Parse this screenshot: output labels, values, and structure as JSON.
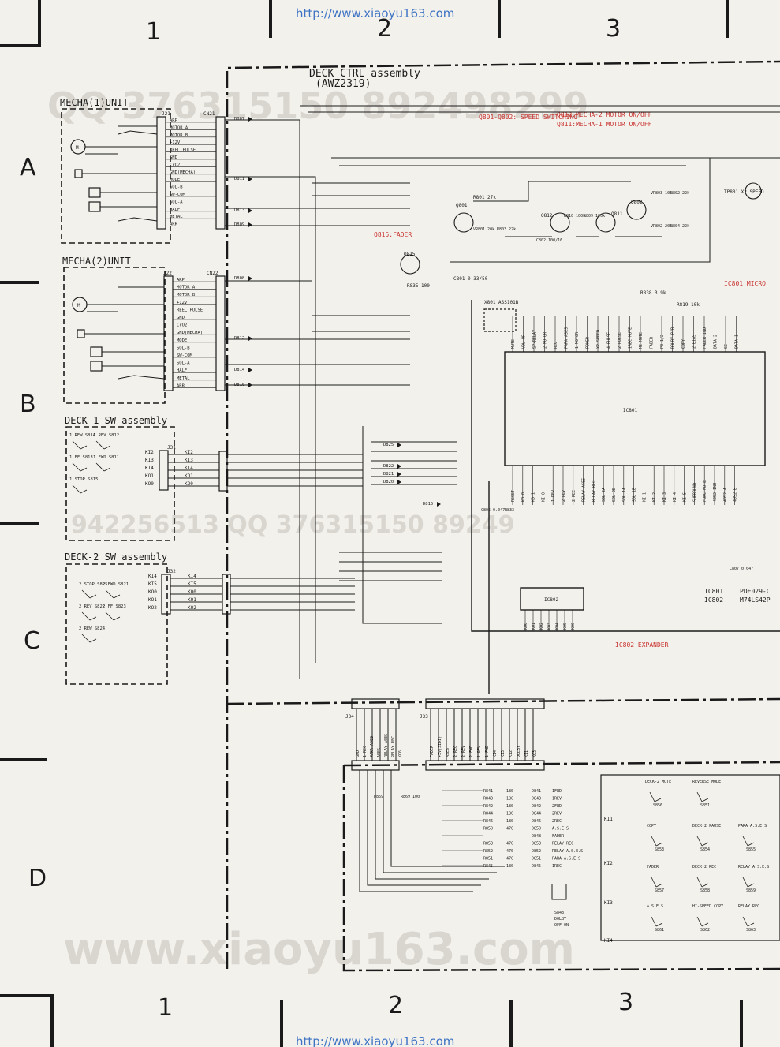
{
  "watermark_url_top": "http://www.xiaoyu163.com",
  "watermark_url_bottom": "http://www.xiaoyu163.com",
  "watermark_big": "www.xiaoyu163.com",
  "watermark_phone_top": "QQ 376315150 892498299",
  "watermark_phone_mid": "942256513  QQ 376315150  89249",
  "columns": [
    "1",
    "2",
    "3"
  ],
  "rows": [
    "A",
    "B",
    "C",
    "D"
  ],
  "deck_ctrl": {
    "title": "DECK CTRL assembly",
    "part": "(AWZ2319)"
  },
  "mecha1": {
    "title": "MECHA(1)UNIT",
    "j": "J21",
    "cn": "CN21",
    "pins": [
      "ARP",
      "MOTOR A",
      "MOTOR B",
      "+12V",
      "REEL PULSE",
      "GND",
      "CrO2",
      "GND(MECHA)",
      "MODE",
      "SOL-B",
      "SW-COM",
      "SOL-A",
      "HALF",
      "METAL",
      "ARR"
    ]
  },
  "mecha2": {
    "title": "MECHA(2)UNIT",
    "j": "J22",
    "cn": "CN22",
    "pins": [
      "ARP",
      "MOTOR A",
      "MOTOR B",
      "+12V",
      "REEL PULSE",
      "GND",
      "CrO2",
      "GND(MECHA)",
      "MODE",
      "SOL-B",
      "SW-COM",
      "SOL-A",
      "HALF",
      "METAL",
      "ARR"
    ]
  },
  "deck1_sw": {
    "title": "DECK-1 SW assembly",
    "j": "J31",
    "pins": [
      "KI2",
      "KI3",
      "KI4",
      "KO1",
      "KO0"
    ],
    "switches": [
      "1 REW S814",
      "1 REV S812",
      "1 FF S813",
      "1 FWD S811",
      "1 STOP S815"
    ]
  },
  "deck2_sw": {
    "title": "DECK-2 SW assembly",
    "j": "J32",
    "pins": [
      "KI4",
      "KI5",
      "KO0",
      "KO1",
      "KO2"
    ],
    "switches": [
      "2 STOP S825",
      "2 FWD S821",
      "2 REV S822",
      "2 FF S823",
      "2 REW S824"
    ]
  },
  "notes": {
    "q801": "Q801-Q802: SPEED SWITCHING",
    "q812": "Q812:MECHA-2 MOTOR ON/OFF",
    "q811": "Q811:MECHA-1 MOTOR ON/OFF",
    "q815": "Q815:FADER",
    "ic801": "IC801:MICRO",
    "ic802": "IC802:EXPANDER",
    "tp801": "TP801 X2 SPEED"
  },
  "ic_list": [
    {
      "ref": "IC801",
      "part": "PDE029-C"
    },
    {
      "ref": "IC802",
      "part": "M74LS42P"
    }
  ],
  "diodes": [
    "D807",
    "D811",
    "D813",
    "D809",
    "D808",
    "D812",
    "D814",
    "D810",
    "D825",
    "D822",
    "D821",
    "D820",
    "D815"
  ],
  "ic801_top_pins": [
    "MUTE",
    "VOL UP",
    "SP-RELAY",
    "2 MOTOR",
    "REC",
    "PARA ASES",
    "1 MOTOR",
    "POWER",
    "X2 SPEED",
    "4 PULSE",
    "2 PULSE",
    "1REC MUTE",
    "M2 MUTE",
    "FADER",
    "PB 1/2",
    "DOLBY P/R",
    "COPY",
    "2 BIAS",
    "FADER IND",
    "DATA 2",
    "SC",
    "DATA 1"
  ],
  "ic801_bot_pins": [
    "RESET",
    "KO 0",
    "KO 1",
    "KI 0",
    "1 REV",
    "2 REV",
    "2 REC",
    "RELAY ASES",
    "RELAY REC",
    "SOL 2A",
    "SOL 2B",
    "SOL 1A",
    "SOL 1B",
    "KI 1",
    "KI 2",
    "KI 3",
    "KI 4",
    "KI 5",
    "SURROUND",
    "FUNC MUTE",
    "4052 INH",
    "4052 A",
    "4052 B"
  ],
  "ic802_pins": [
    "KO0",
    "KO1",
    "KO2",
    "KO3",
    "KO4",
    "KO5",
    "KO6"
  ],
  "j34_pins": [
    "GND",
    "1 REC",
    "PARA ASES",
    "ASES",
    "RELAY ASES",
    "RELAY REC",
    "KO6"
  ],
  "j33_pins": [
    "FADER",
    "+5V(SIDI)",
    "ASES",
    "2 REC",
    "2 REV",
    "2 FWD",
    "1 REV",
    "1 FWD",
    "KI4",
    "KI3",
    "KI2",
    "DOLBY",
    "KI1",
    "KO3"
  ],
  "led_rows": [
    {
      "r": "R841",
      "v": "180",
      "d": "D841",
      "label": "1FWD"
    },
    {
      "r": "R843",
      "v": "180",
      "d": "D843",
      "label": "1REV"
    },
    {
      "r": "R842",
      "v": "180",
      "d": "D842",
      "label": "2FWD"
    },
    {
      "r": "R844",
      "v": "180",
      "d": "D844",
      "label": "2REV"
    },
    {
      "r": "R846",
      "v": "180",
      "d": "D846",
      "label": "2REC"
    },
    {
      "r": "R850",
      "v": "470",
      "d": "D850",
      "label": "A.S.E.S"
    },
    {
      "r": "",
      "v": "",
      "d": "D848",
      "label": "FADER"
    },
    {
      "r": "R853",
      "v": "470",
      "d": "D853",
      "label": "RELAY REC"
    },
    {
      "r": "R852",
      "v": "470",
      "d": "D852",
      "label": "RELAY A.S.E.S"
    },
    {
      "r": "R851",
      "v": "470",
      "d": "D851",
      "label": "PARA A.S.E.S"
    },
    {
      "r": "R845",
      "v": "180",
      "d": "D845",
      "label": "1REC"
    }
  ],
  "keys": [
    {
      "label": "DECK-2 MUTE",
      "s": "S856"
    },
    {
      "label": "REVERSE MODE",
      "s": "S851"
    },
    {
      "label": "COPY",
      "s": "S853"
    },
    {
      "label": "DECK-2 PAUSE",
      "s": "S854"
    },
    {
      "label": "PARA A.S.E.S",
      "s": "S855"
    },
    {
      "label": "FADER",
      "s": "S857"
    },
    {
      "label": "DECK-2 REC",
      "s": "S858"
    },
    {
      "label": "RELAY A.S.E.S",
      "s": "S859"
    },
    {
      "label": "A.S.E.S",
      "s": "S861"
    },
    {
      "label": "HI-SPEED COPY",
      "s": "S862"
    },
    {
      "label": "RELAY REC",
      "s": "S863"
    }
  ],
  "dolby_switch": "S848 DOLBY OFF-ON",
  "misc": {
    "x801": "X801 ASS101B",
    "r801": "R801 27k",
    "r810": "R810 100k",
    "r809": "R809 100k",
    "vr801": "VR801 20k",
    "r803": "R803 22k",
    "vr803": "VR803 10k",
    "r802": "R802 22k",
    "vr802": "VR802 20k",
    "r804": "R804 22k",
    "c802": "C802 100/16",
    "c801": "C801 0.33/50",
    "r835": "R835 100",
    "r838": "R838 3.9k",
    "r819": "R819 10k",
    "c807": "C807 0.047",
    "c805": "C805 0.047",
    "r833": "R833",
    "r869": "R869 100",
    "d869": "D869"
  }
}
